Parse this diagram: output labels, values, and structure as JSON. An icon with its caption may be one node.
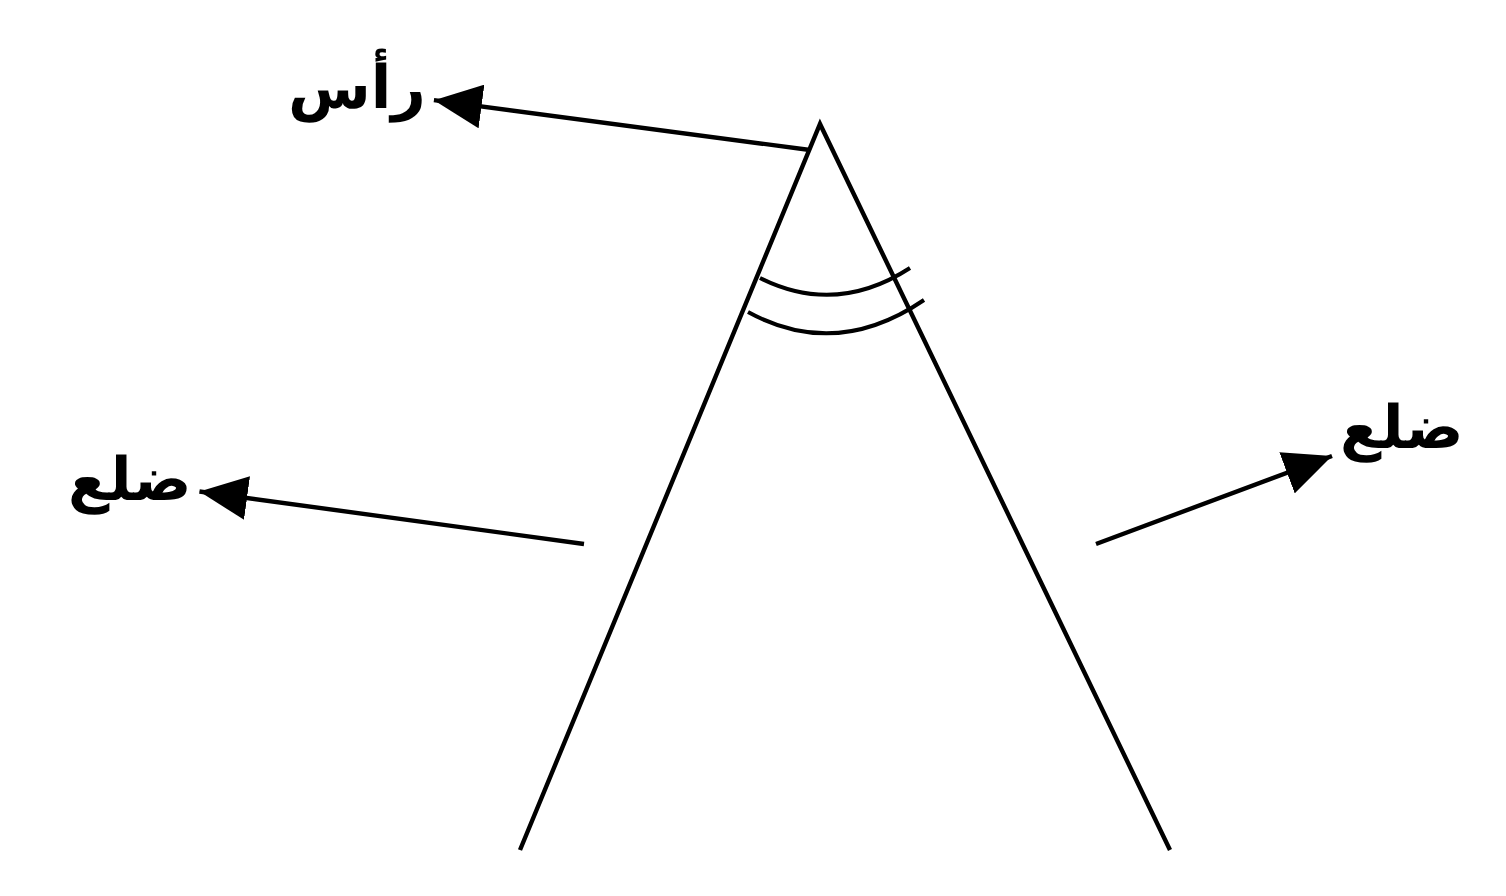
{
  "diagram": {
    "nodes": [
      {
        "text": [
          "رأس"
        ]
      },
      {
        "text": [
          "ضلع"
        ]
      },
      {
        "text": [
          "ضلع"
        ]
      }
    ],
    "edges": [
      {
        "from": null,
        "to": 0,
        "arrow": "to"
      },
      {
        "from": null,
        "to": 1,
        "arrow": "to"
      },
      {
        "from": null,
        "to": 2,
        "arrow": "to"
      }
    ]
  }
}
